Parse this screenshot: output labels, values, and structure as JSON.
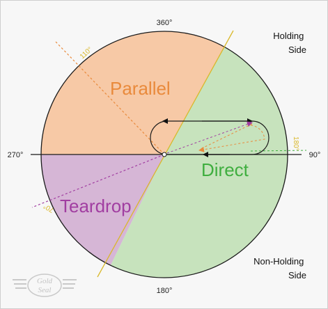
{
  "diagram": {
    "top_degree": "360°",
    "bottom_degree": "180°",
    "left_degree": "270°",
    "right_degree": "90°",
    "holding_side": [
      "Holding",
      "Side"
    ],
    "non_holding_side": [
      "Non-Holding",
      "Side"
    ],
    "sectors": {
      "parallel": "Parallel",
      "direct": "Direct",
      "teardrop": "Teardrop"
    },
    "radial_labels": {
      "r110": "110°",
      "r180": "180°",
      "r70": "70°"
    },
    "logo": [
      "Gold",
      "Seal"
    ]
  },
  "colors": {
    "parallel": "#f7c9a6",
    "direct": "#c7e3bd",
    "teardrop": "#d6b6d6",
    "parallel_text": "#e98a3c",
    "direct_text": "#3fae3f",
    "teardrop_text": "#a13ea1",
    "boundary": "#d9b82a",
    "course_orange": "#e98a3c",
    "course_purple": "#a13ea1"
  }
}
